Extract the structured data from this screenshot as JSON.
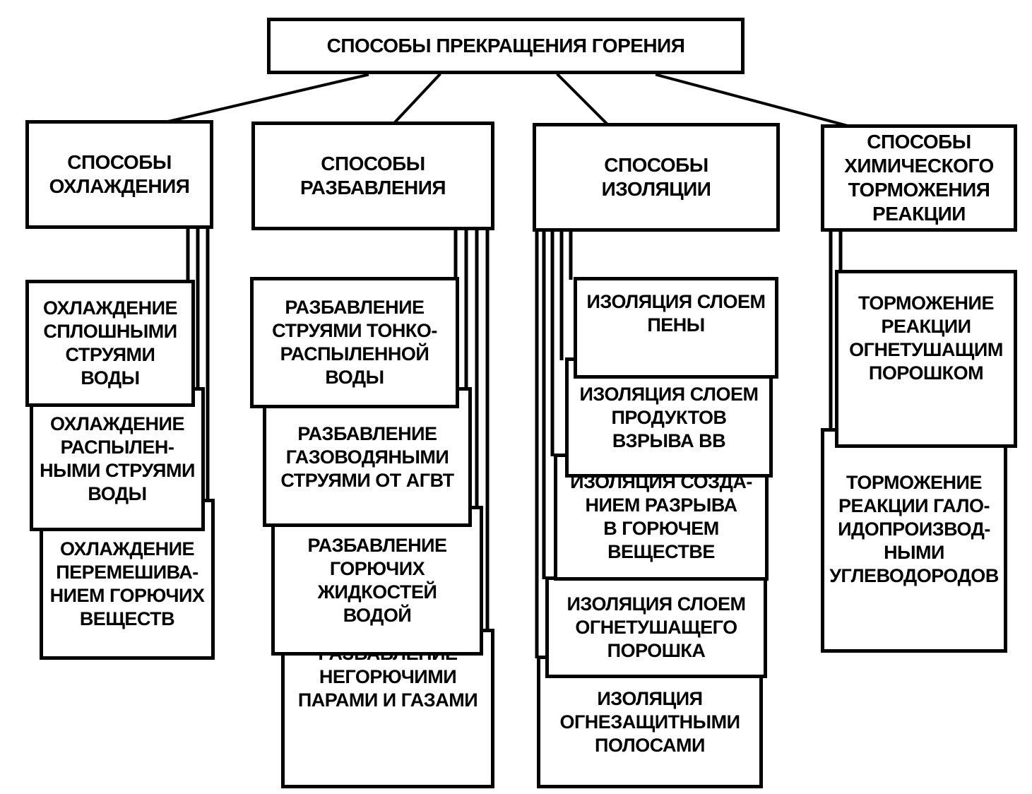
{
  "root": {
    "title": "СПОСОБЫ ПРЕКРАЩЕНИЯ ГОРЕНИЯ"
  },
  "categories": [
    {
      "label": "СПОСОБЫ\nОХЛАЖДЕНИЯ",
      "items": [
        "ОХЛАЖДЕНИЕ\nСПЛОШНЫМИ\nСТРУЯМИ\nВОДЫ",
        "ОХЛАЖДЕНИЕ\nРАСПЫЛЕН-\nНЫМИ СТРУЯМИ\nВОДЫ",
        "ОХЛАЖДЕНИЕ\nПЕРЕМЕШИВА-\nНИЕМ ГОРЮЧИХ\nВЕЩЕСТВ"
      ]
    },
    {
      "label": "СПОСОБЫ\nРАЗБАВЛЕНИЯ",
      "items": [
        "РАЗБАВЛЕНИЕ\nСТРУЯМИ ТОНКО-\nРАСПЫЛЕННОЙ\nВОДЫ",
        "РАЗБАВЛЕНИЕ\nГАЗОВОДЯНЫМИ\nСТРУЯМИ ОТ АГВТ",
        "РАЗБАВЛЕНИЕ\nГОРЮЧИХ\nЖИДКОСТЕЙ\nВОДОЙ",
        "РАЗБАВЛЕНИЕ\nНЕГОРЮЧИМИ\nПАРАМИ И ГАЗАМИ"
      ]
    },
    {
      "label": "СПОСОБЫ\nИЗОЛЯЦИИ",
      "items": [
        "ИЗОЛЯЦИЯ СЛОЕМ\nПЕНЫ",
        "ИЗОЛЯЦИЯ  СЛОЕМ\nПРОДУКТОВ\nВЗРЫВА  ВВ",
        "ИЗОЛЯЦИЯ  СОЗДА-\nНИЕМ РАЗРЫВА\nВ ГОРЮЧЕМ\nВЕЩЕСТВЕ",
        "ИЗОЛЯЦИЯ  СЛОЕМ\nОГНЕТУШАЩЕГО\nПОРОШКА",
        "ИЗОЛЯЦИЯ\nОГНЕЗАЩИТНЫМИ\nПОЛОСАМИ"
      ]
    },
    {
      "label": "СПОСОБЫ\nХИМИЧЕСКОГО\nТОРМОЖЕНИЯ\nРЕАКЦИИ",
      "items": [
        "ТОРМОЖЕНИЕ\nРЕАКЦИИ\nОГНЕТУШАЩИМ\nПОРОШКОМ",
        "ТОРМОЖЕНИЕ\nРЕАКЦИИ ГАЛО-\nИДОПРОИЗВОД-\nНЫМИ\nУГЛЕВОДОРОДОВ"
      ]
    }
  ]
}
